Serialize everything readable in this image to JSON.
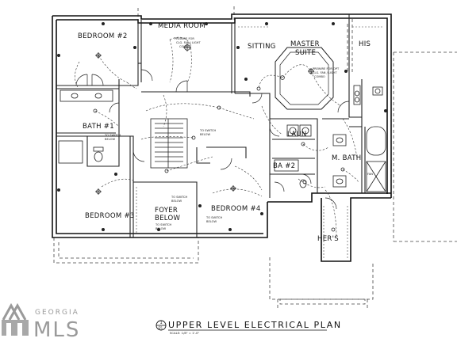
{
  "plan_title": "UPPER LEVEL ELECTRICAL PLAN",
  "title_marker_top": "1",
  "title_marker_bottom": "E5",
  "scale_note": "SCALE: 1/8\" = 1'-0\"",
  "rooms": {
    "bedroom2": "BEDROOM #2",
    "media_room": "MEDIA ROOM",
    "sitting": "SITTING",
    "master_line1": "MASTER",
    "master_line2": "SUITE",
    "his": "HIS",
    "bath1": "BATH #1",
    "laun": "LAUN",
    "ba2": "BA #2",
    "mbath": "M. BATH",
    "bedroom3": "BEDROOM #3",
    "foyer_line1": "FOYER",
    "foyer_line2": "BELOW",
    "bedroom4": "BEDROOM #4",
    "hers": "HER'S"
  },
  "notes": {
    "prewire_media_1": "PREWIRE FOR",
    "prewire_media_2": "CLG. FAN / LIGHT",
    "prewire_media_3": "COMBO",
    "prewire_master_1": "PREWIRE FOR OPT",
    "prewire_master_2": "CLG. FAN / LIGHT",
    "prewire_master_3": "COMBO",
    "to_switch_below_a": "TO SWITCH",
    "to_switch_below_b": "BELOW",
    "to_switch_below_c": "TO SWITCH",
    "to_switch_below_d": "BELOW",
    "to_switch_below_e": "TO SWITCH",
    "to_switch_below_f": "BELOW",
    "to_switch_below_g": "TO SWITCH",
    "to_switch_below_h": "BELOW",
    "to_switch_below_i": "TO SWITCH",
    "to_switch_below_j": "BELOW",
    "fan": "FAN"
  },
  "watermark": {
    "line1": "GEORGIA",
    "line2": "MLS"
  }
}
